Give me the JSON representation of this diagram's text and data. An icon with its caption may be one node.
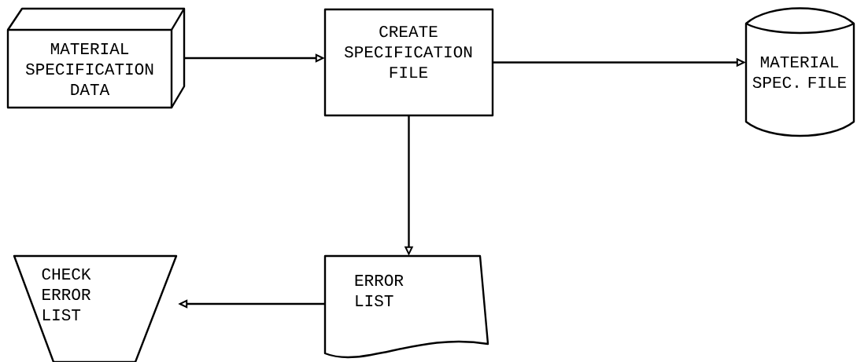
{
  "diagram": {
    "nodes": [
      {
        "text": [
          "MATERIAL SPECIFICATION DATA"
        ]
      },
      {
        "text": [
          "CREATE SPECIFICATION FILE"
        ]
      },
      {
        "text": [
          "MATERIAL SPEC. FILE"
        ]
      },
      {
        "text": [
          "ERROR LIST"
        ]
      },
      {
        "text": [
          "CHECK ERROR LIST"
        ]
      }
    ],
    "edges": [
      {
        "from": 0,
        "to": 1,
        "arrow": "to"
      },
      {
        "from": 1,
        "to": 2,
        "arrow": "to"
      },
      {
        "from": 1,
        "to": 3,
        "arrow": "to"
      },
      {
        "from": 3,
        "to": 4,
        "arrow": "to"
      }
    ]
  }
}
